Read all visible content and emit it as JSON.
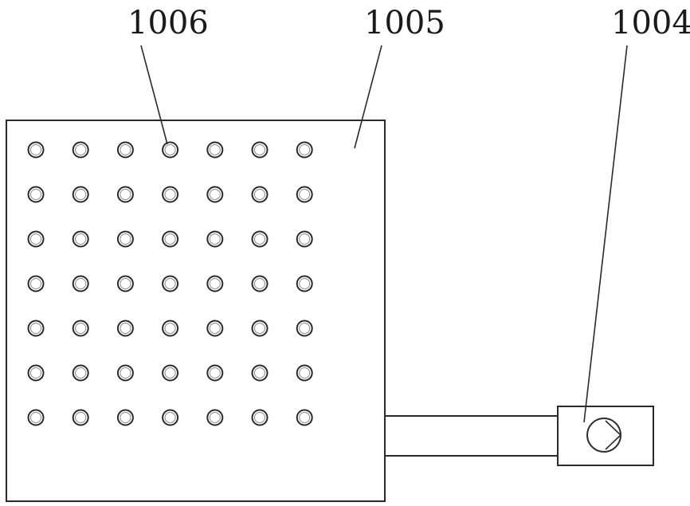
{
  "labels": {
    "holes": "1006",
    "plate": "1005",
    "pump": "1004"
  },
  "hole_grid": {
    "rows": 7,
    "columns": 7
  }
}
